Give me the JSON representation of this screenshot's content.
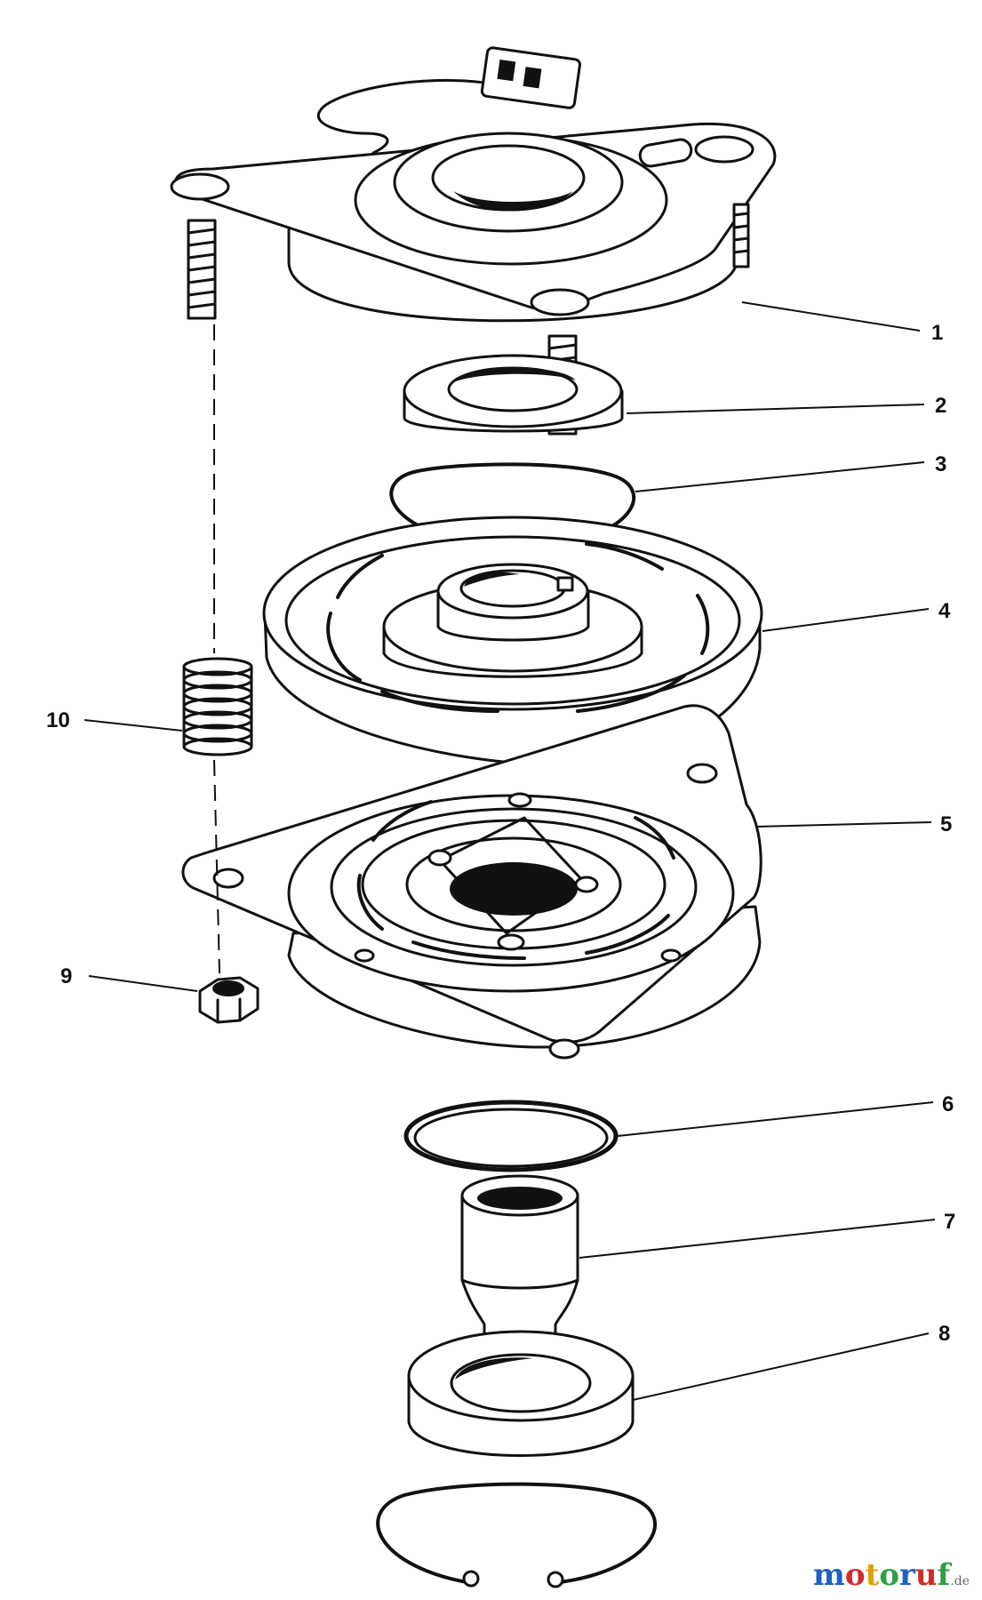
{
  "callouts": {
    "c1": "1",
    "c2": "2",
    "c3": "3",
    "c4": "4",
    "c5": "5",
    "c6": "6",
    "c7": "7",
    "c8": "8",
    "c9": "9",
    "c10": "10"
  },
  "watermark": {
    "letters": [
      "m",
      "o",
      "t",
      "o",
      "r",
      "u",
      "f"
    ],
    "suffix": ".de",
    "colors": [
      "#1f5fbf",
      "#d12b2b",
      "#e0a100",
      "#2f9e44",
      "#1f5fbf",
      "#d12b2b",
      "#2f9e44"
    ]
  }
}
